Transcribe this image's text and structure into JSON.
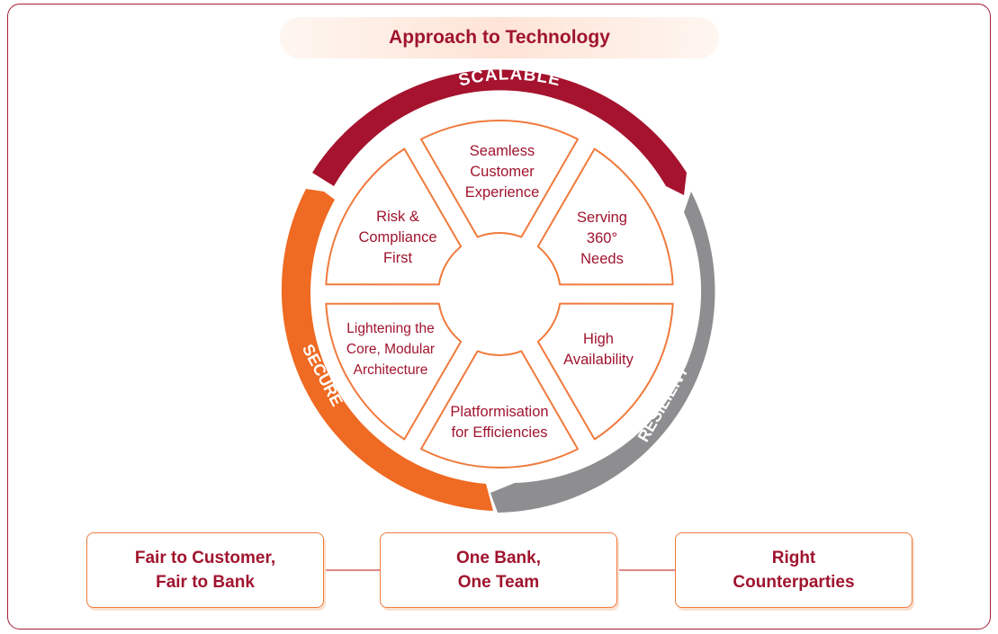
{
  "title": "Approach to Technology",
  "ring": {
    "scalable": {
      "label": "SCALABLE",
      "color": "#a5132e"
    },
    "resilient": {
      "label": "RESILIENT",
      "color": "#8e8e90"
    },
    "secure": {
      "label": "SECURE",
      "color": "#ef6a22"
    }
  },
  "segments": [
    "Seamless\nCustomer\nExperience",
    "Serving\n360°\nNeeds",
    "High\nAvailability",
    "Platformisation\nfor Efficiencies",
    "Lightening the\nCore, Modular\nArchitecture",
    "Risk &\nCompliance\nFirst"
  ],
  "principles": [
    "Fair to Customer,\nFair to Bank",
    "One Bank,\nOne Team",
    "Right\nCounterparties"
  ],
  "colors": {
    "accent": "#a0142e",
    "segment_border": "#f07a3c",
    "frame": "#a51c35"
  }
}
